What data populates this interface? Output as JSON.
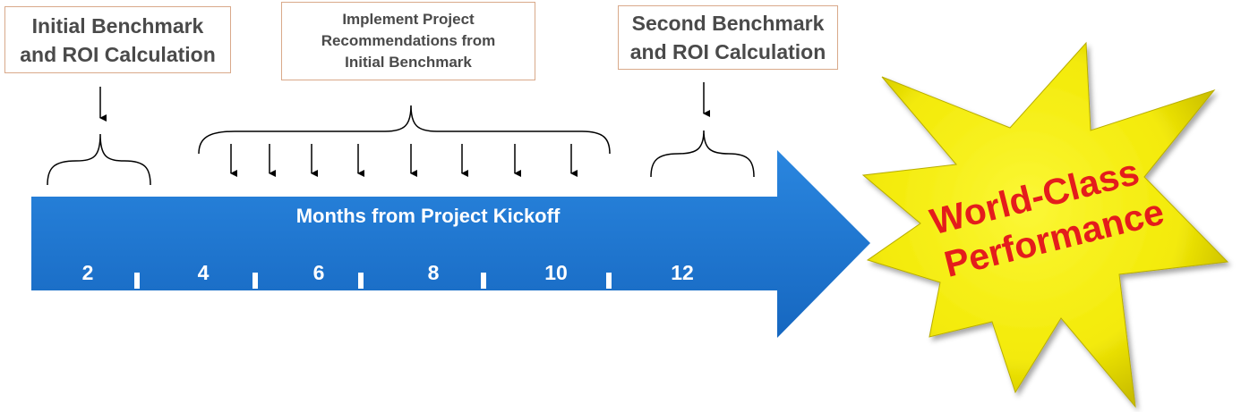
{
  "labels": {
    "initial": [
      "Initial Benchmark",
      "and ROI Calculation"
    ],
    "implement": [
      "Implement Project",
      "Recommendations from",
      "Initial Benchmark"
    ],
    "second": [
      "Second Benchmark",
      "and ROI Calculation"
    ]
  },
  "timeline": {
    "title": "Months from Project Kickoff",
    "months": [
      "2",
      "4",
      "6",
      "8",
      "10",
      "12"
    ]
  },
  "burst": {
    "lines": [
      "World-Class",
      "Performance"
    ]
  },
  "colors": {
    "arrow": "#1b74d0",
    "box_border": "#d9a98a",
    "burst_fill": "#f5ef0c",
    "burst_text": "#e41c1c",
    "label_text": "#4a4a4a"
  }
}
